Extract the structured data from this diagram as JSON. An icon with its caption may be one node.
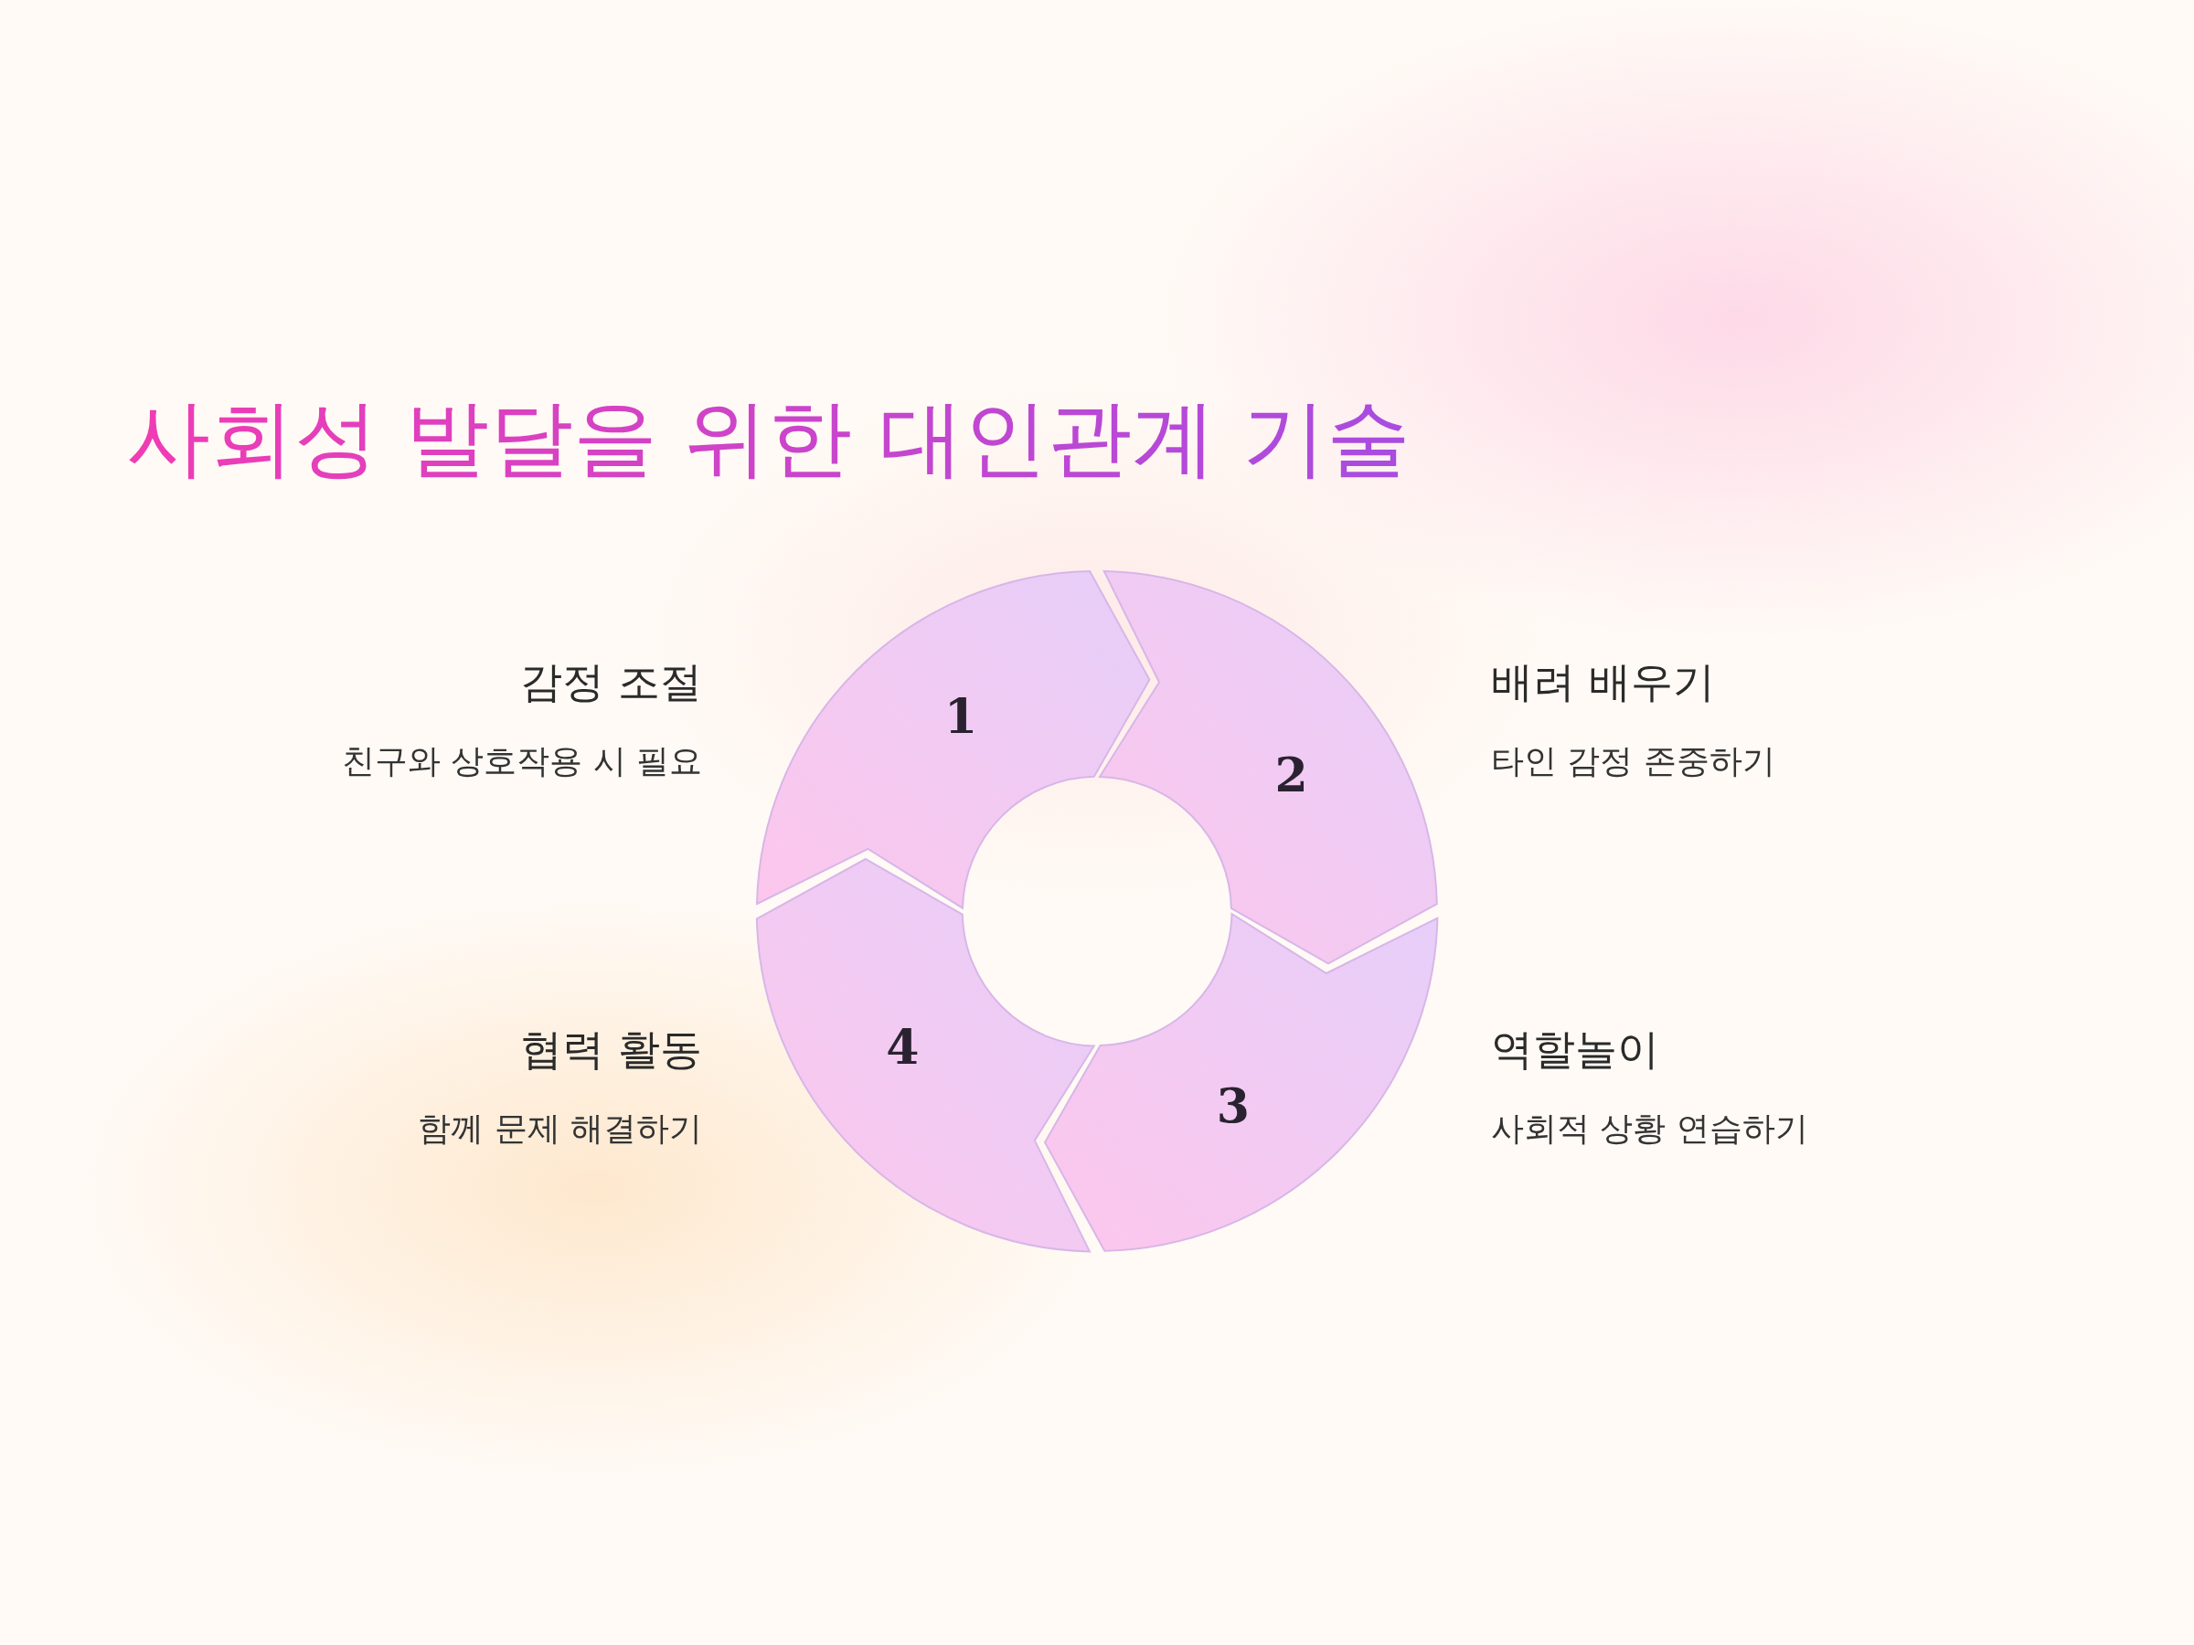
{
  "diagram": {
    "title": "사회성 발달을 위한 대인관계 기술",
    "nodes": [
      {
        "text": [
          "1"
        ],
        "beside": [
          "감정 조절",
          "친구와 상호작용 시 필요"
        ]
      },
      {
        "text": [
          "2"
        ],
        "beside": [
          "배려 배우기",
          "타인 감정 존중하기"
        ]
      },
      {
        "text": [
          "3"
        ],
        "beside": [
          "역할놀이",
          "사회적 상황 연습하기"
        ]
      },
      {
        "text": [
          "4"
        ],
        "beside": [
          "협력 활동",
          "함께 문제 해결하기"
        ]
      }
    ]
  }
}
